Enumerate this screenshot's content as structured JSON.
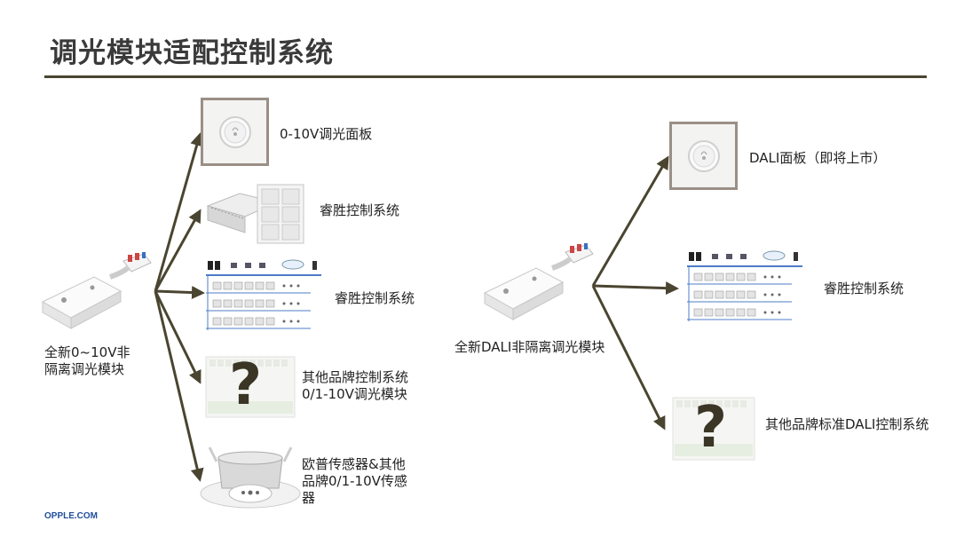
{
  "title": "调光模块适配控制系统",
  "footer": "OPPLE.COM",
  "left": {
    "source_label": "全新0~10V非\n隔离调光模块",
    "targets": [
      {
        "label": "0-10V调光面板",
        "icon": "dimmer-panel"
      },
      {
        "label": "睿胜控制系统",
        "icon": "control-system-device"
      },
      {
        "label": "睿胜控制系统",
        "icon": "network-diagram"
      },
      {
        "label": "其他品牌控制系统\n0/1-10V调光模块",
        "icon": "unknown-module"
      },
      {
        "label": "欧普传感器&其他\n品牌0/1-10V传感\n器",
        "icon": "ceiling-sensor"
      }
    ]
  },
  "right": {
    "source_label": "全新DALI非隔离调光模块",
    "targets": [
      {
        "label": "DALI面板（即将上市）",
        "icon": "dimmer-panel"
      },
      {
        "label": "睿胜控制系统",
        "icon": "network-diagram"
      },
      {
        "label": "其他品牌标准DALI控制系统",
        "icon": "unknown-module"
      }
    ]
  },
  "question_mark": "?",
  "colors": {
    "arrow": "#4a4530",
    "title": "#3a3a3a",
    "footer": "#1f4e9a"
  }
}
